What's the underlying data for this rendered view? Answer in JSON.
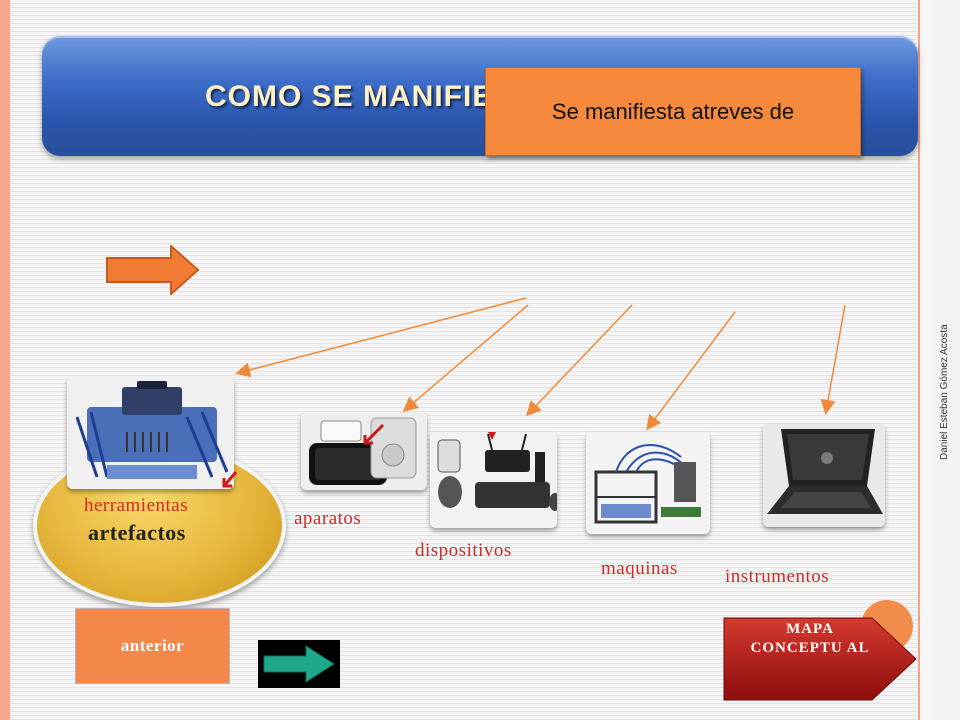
{
  "slide": {
    "title": "COMO SE MANIFIESTA",
    "overlay_text": "Se manifiesta atreves de",
    "author_vertical": "Daniel Esteban Gómez Acosta"
  },
  "items": [
    {
      "label": "herramientas"
    },
    {
      "label": "aparatos"
    },
    {
      "label": "dispositivos"
    },
    {
      "label": "maquinas"
    },
    {
      "label": "instrumentos"
    }
  ],
  "center_label": "artefactos",
  "buttons": {
    "anterior": "anterior",
    "mapa": "MAPA CONCEPTU AL"
  },
  "colors": {
    "accent_orange": "#f6893b",
    "label_red": "#d8262c",
    "title_blue": "#2a56ae",
    "oval_gold": "#e6b63c"
  }
}
